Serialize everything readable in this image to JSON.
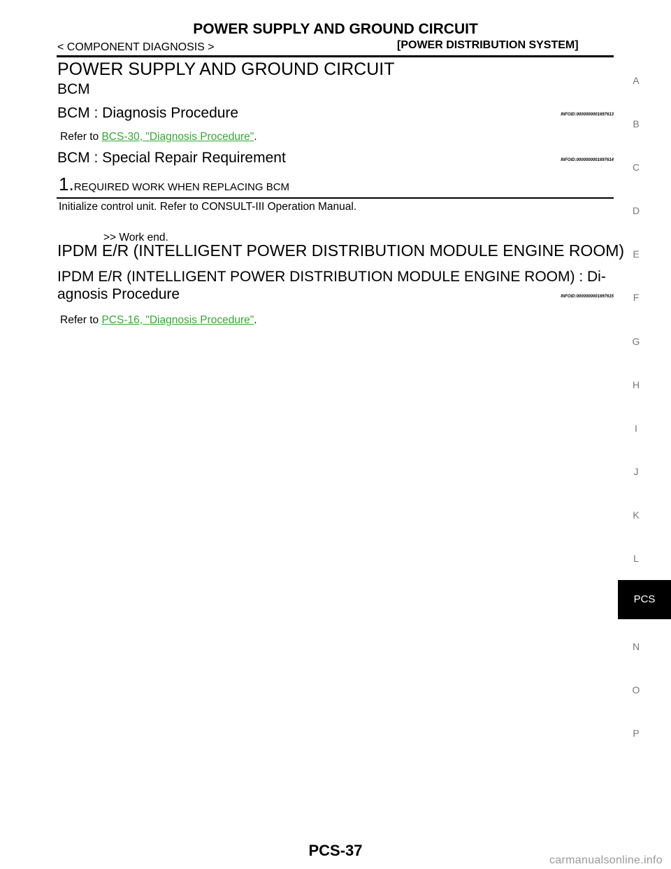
{
  "header": {
    "title": "POWER SUPPLY AND GROUND CIRCUIT",
    "left": "< COMPONENT DIAGNOSIS >",
    "right": "[POWER DISTRIBUTION SYSTEM]"
  },
  "content": {
    "main_heading": "POWER SUPPLY AND GROUND CIRCUIT",
    "bcm": {
      "heading": "BCM",
      "diag": {
        "title": "BCM : Diagnosis Procedure",
        "infoid": "INFOID:0000000001697613",
        "refer_prefix": "Refer to ",
        "link": "BCS-30, \"Diagnosis Procedure\"",
        "suffix": "."
      },
      "repair": {
        "title": "BCM : Special Repair Requirement",
        "infoid": "INFOID:0000000001697614",
        "step_number": "1.",
        "step_title": "REQUIRED WORK WHEN REPLACING BCM",
        "step_body": "Initialize control unit. Refer to CONSULT-III Operation Manual.",
        "result": ">> Work end."
      }
    },
    "ipdm": {
      "heading": "IPDM E/R (INTELLIGENT POWER DISTRIBUTION MODULE ENGINE ROOM)",
      "diag": {
        "title_line1": "IPDM E/R (INTELLIGENT POWER DISTRIBUTION MODULE ENGINE ROOM) : Di-",
        "title_line2": "agnosis Procedure",
        "infoid": "INFOID:0000000001697615",
        "refer_prefix": "Refer to ",
        "link": "PCS-16, \"Diagnosis Procedure\"",
        "suffix": "."
      }
    }
  },
  "side_tabs": [
    "A",
    "B",
    "C",
    "D",
    "E",
    "F",
    "G",
    "H",
    "I",
    "J",
    "K",
    "L",
    "PCS",
    "N",
    "O",
    "P"
  ],
  "footer": {
    "page": "PCS-37"
  },
  "watermark": "carmanualsonline.info",
  "colors": {
    "link": "#33aa33",
    "tab_active_bg": "#000000",
    "tab_letter": "#777777"
  }
}
